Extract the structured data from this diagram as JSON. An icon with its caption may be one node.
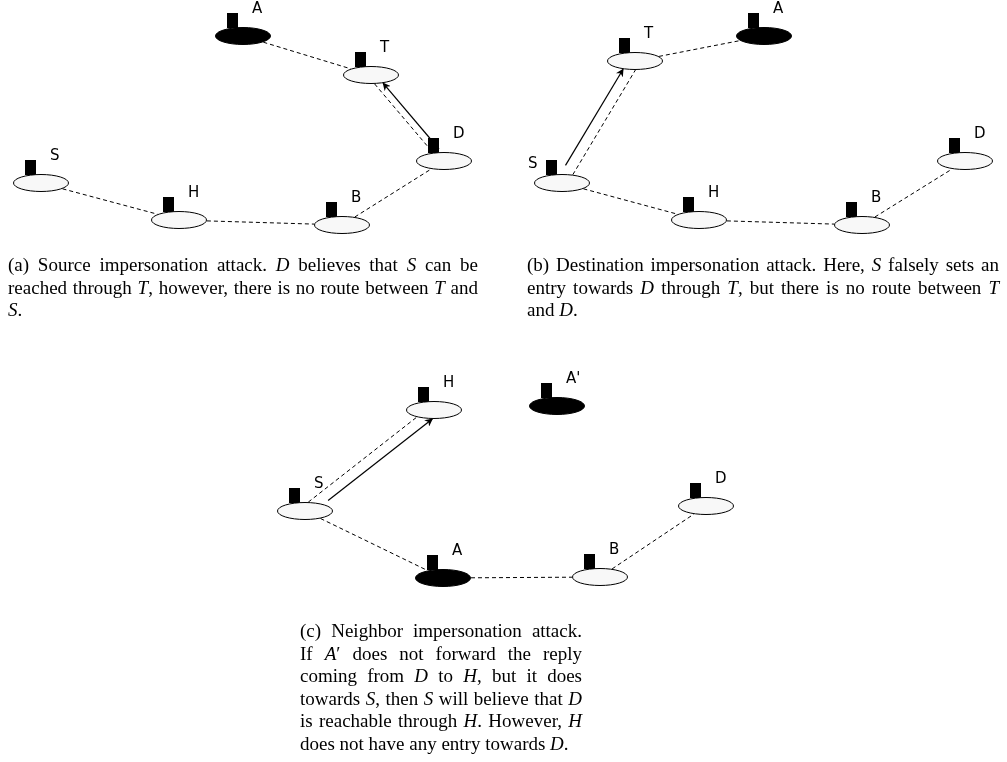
{
  "diagram": {
    "nodes": [
      {
        "text": [
          "A"
        ]
      },
      {
        "text": [
          "T"
        ]
      },
      {
        "text": [
          "D"
        ]
      },
      {
        "text": [
          "S"
        ]
      },
      {
        "text": [
          "H"
        ]
      },
      {
        "text": [
          "B"
        ]
      },
      {
        "text": [
          "T"
        ]
      },
      {
        "text": [
          "A"
        ]
      },
      {
        "text": [
          "D"
        ]
      },
      {
        "text": [
          "S"
        ]
      },
      {
        "text": [
          "H"
        ]
      },
      {
        "text": [
          "B"
        ]
      },
      {
        "text": [
          "H"
        ]
      },
      {
        "text": [
          "A'"
        ]
      },
      {
        "text": [
          "S"
        ]
      },
      {
        "text": [
          "D"
        ]
      },
      {
        "text": [
          "A"
        ]
      },
      {
        "text": [
          "B"
        ]
      }
    ],
    "edges": [
      {
        "from": 0,
        "to": 1,
        "arrow": "none",
        "style": "dashed"
      },
      {
        "from": 1,
        "to": 2,
        "arrow": "none",
        "style": "dashed"
      },
      {
        "from": 2,
        "to": 1,
        "arrow": "to"
      },
      {
        "from": 3,
        "to": 4,
        "arrow": "none",
        "style": "dashed"
      },
      {
        "from": 4,
        "to": 5,
        "arrow": "none",
        "style": "dashed"
      },
      {
        "from": 5,
        "to": 2,
        "arrow": "none",
        "style": "dashed"
      },
      {
        "from": 6,
        "to": 7,
        "arrow": "none",
        "style": "dashed"
      },
      {
        "from": 9,
        "to": 6,
        "arrow": "none",
        "style": "dashed"
      },
      {
        "from": 9,
        "to": 6,
        "arrow": "to"
      },
      {
        "from": 9,
        "to": 10,
        "arrow": "none",
        "style": "dashed"
      },
      {
        "from": 10,
        "to": 11,
        "arrow": "none",
        "style": "dashed"
      },
      {
        "from": 11,
        "to": 8,
        "arrow": "none",
        "style": "dashed"
      },
      {
        "from": 14,
        "to": 12,
        "arrow": "none",
        "style": "dashed"
      },
      {
        "from": 14,
        "to": 12,
        "arrow": "to"
      },
      {
        "from": 14,
        "to": 16,
        "arrow": "none",
        "style": "dashed"
      },
      {
        "from": 16,
        "to": 17,
        "arrow": "none",
        "style": "dashed"
      },
      {
        "from": 17,
        "to": 15,
        "arrow": "none",
        "style": "dashed"
      }
    ],
    "labels": [
      "(a) Source impersonation attack. *D* believes that *S* can be reached through *T*, however, there is no route between *T* and *S*.",
      "(b) Destination impersonation attack. Here, *S* falsely sets an entry towards *D* through *T*, but there is no route between *T* and *D*.",
      "(c) Neighbor impersonation attack. If *A*′ does not forward the reply coming from *D* to *H*, but it does towards *S*, then *S* will believe that *D* is reachable through *H*. However, *H* does not have any entry towards *D*."
    ]
  }
}
